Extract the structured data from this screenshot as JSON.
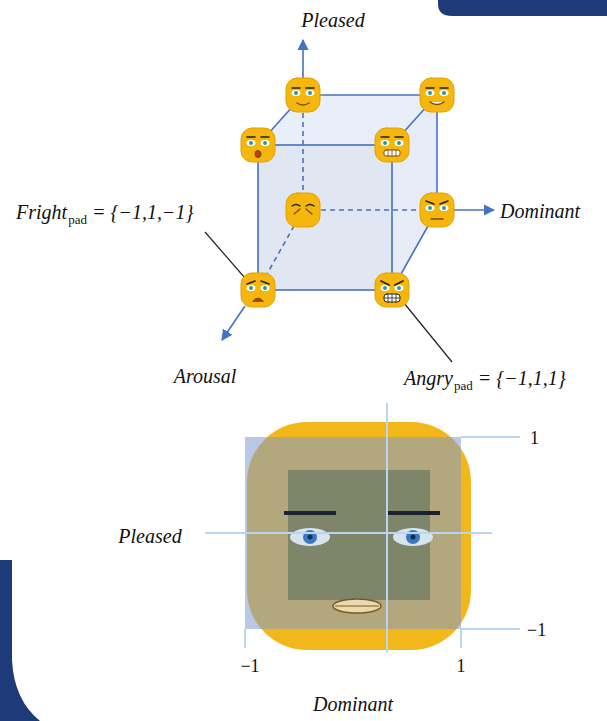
{
  "diagram": {
    "labels": [
      "Pleased",
      "Fright",
      "pad",
      "= {−1,1,−1}",
      "Dominant",
      "Arousal",
      "Angry",
      "pad",
      "= {−1,1,1}",
      "1",
      "Pleased",
      "−1",
      "−1",
      "1",
      "Dominant"
    ]
  }
}
